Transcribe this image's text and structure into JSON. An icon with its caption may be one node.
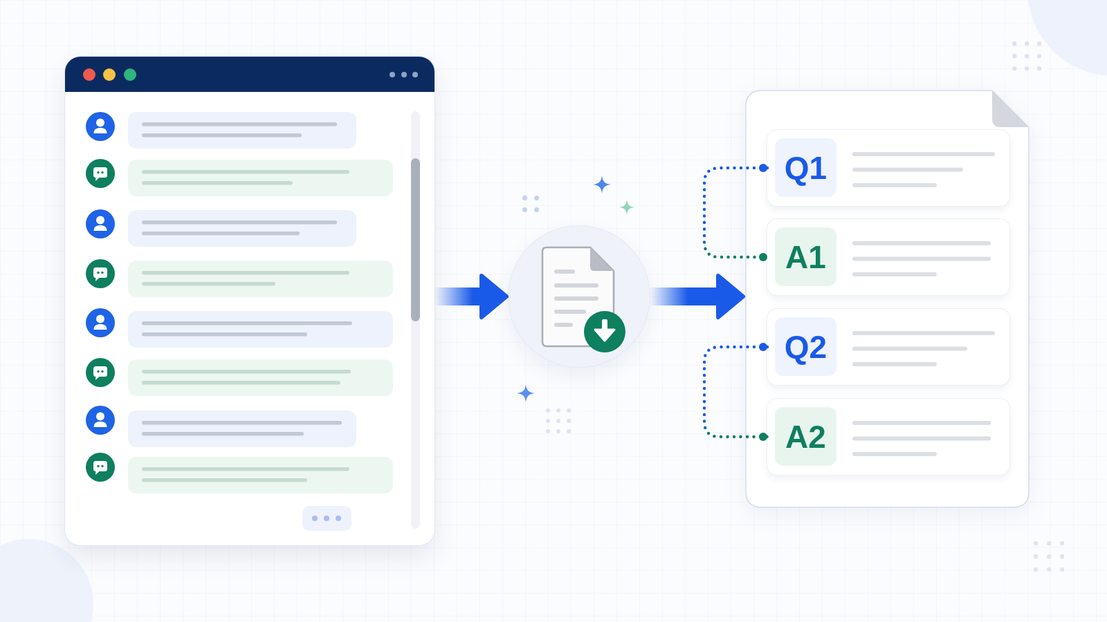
{
  "diagram": {
    "nodes": [
      {
        "text": [],
        "shape": "picture"
      },
      {
        "text": [],
        "shape": "circle"
      },
      {
        "text": [],
        "shape": "document"
      },
      {
        "text": [
          "Q1"
        ],
        "in": 2
      },
      {
        "text": [
          "A1"
        ],
        "in": 2
      },
      {
        "text": [
          "Q2"
        ],
        "in": 2
      },
      {
        "text": [
          "A2"
        ],
        "in": 2
      }
    ],
    "edges": [
      {
        "from": 0,
        "to": 1,
        "arrow": "to",
        "style": "thick"
      },
      {
        "from": 1,
        "to": 2,
        "arrow": "to",
        "style": "thick"
      },
      {
        "from": 3,
        "to": 4,
        "arrow": "other",
        "style": "dashed"
      },
      {
        "from": 5,
        "to": 6,
        "arrow": "other",
        "style": "dashed"
      }
    ]
  }
}
